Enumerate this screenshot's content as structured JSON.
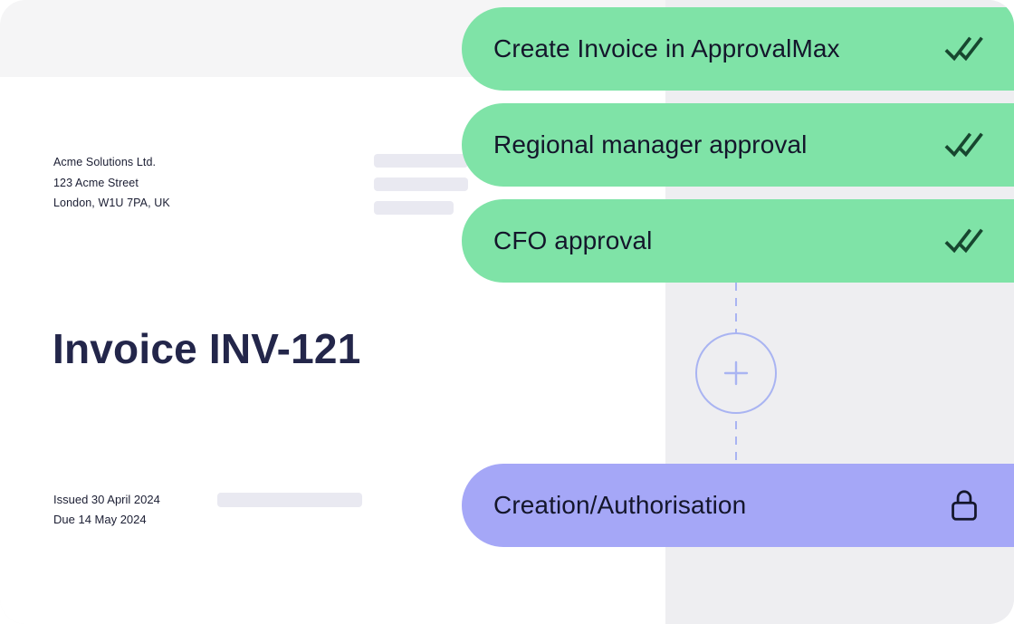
{
  "document": {
    "company_name": "Acme Solutions Ltd.",
    "address_line_1": "123 Acme Street",
    "address_line_2": "London, W1U 7PA, UK",
    "title": "Invoice INV-121",
    "issued_line": "Issued 30 April 2024",
    "due_line": "Due 14 May 2024"
  },
  "workflow": {
    "steps": [
      {
        "label": "Create Invoice in ApprovalMax",
        "icon": "double-check-icon",
        "status": "completed",
        "pill_color": "#7FE3A7"
      },
      {
        "label": "Regional manager approval",
        "icon": "double-check-icon",
        "status": "completed",
        "pill_color": "#7FE3A7"
      },
      {
        "label": "CFO approval",
        "icon": "double-check-icon",
        "status": "completed",
        "pill_color": "#7FE3A7"
      },
      {
        "label": "Creation/Authorisation",
        "icon": "lock-icon",
        "status": "locked",
        "pill_color": "#A5A7F7"
      }
    ],
    "add_step_icon": "plus-icon"
  },
  "colors": {
    "green_pill": "#7FE3A7",
    "purple_pill": "#A5A7F7",
    "connector": "#A9B4F2",
    "check_icon": "#17462F",
    "dark_text": "#14162B",
    "heading_text": "#23264A",
    "placeholder_bar": "#E9E9F1",
    "page_background": "#F5F5F6",
    "panel_background": "#EEEEF1",
    "document_background": "#FFFFFF"
  }
}
